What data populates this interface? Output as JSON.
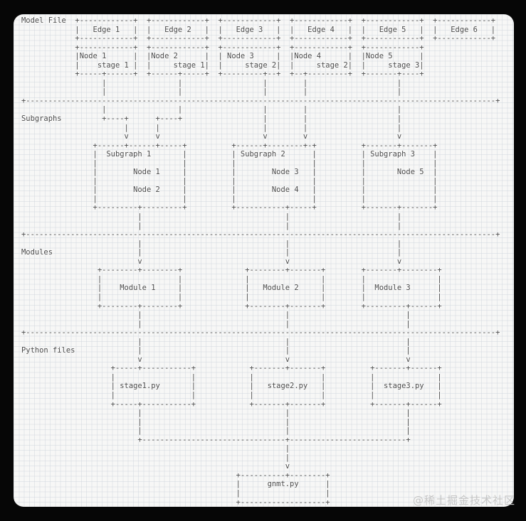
{
  "diagram": {
    "section_labels": [
      "Model File",
      "Subgraphs",
      "Modules",
      "Python files"
    ],
    "entities": {
      "edges": [
        "Edge 1",
        "Edge 2",
        "Edge 3",
        "Edge 4",
        "Edge 5",
        "Edge 6"
      ],
      "nodes": [
        {
          "name": "Node 1",
          "stage": "stage 1"
        },
        {
          "name": "Node 2",
          "stage": "stage 1"
        },
        {
          "name": "Node 3",
          "stage": "stage 2"
        },
        {
          "name": "Node 4",
          "stage": "stage 2"
        },
        {
          "name": "Node 5",
          "stage": "stage 3"
        }
      ],
      "subgraphs": [
        {
          "name": "Subgraph 1",
          "nodes": [
            "Node 1",
            "Node 2"
          ]
        },
        {
          "name": "Subgraph 2",
          "nodes": [
            "Node 3",
            "Node 4"
          ]
        },
        {
          "name": "Subgraph 3",
          "nodes": [
            "Node 5"
          ]
        }
      ],
      "modules": [
        "Module 1",
        "Module 2",
        "Module 3"
      ],
      "python_files": [
        "stage1.py",
        "stage2.py",
        "stage3.py",
        "gnmt.py"
      ]
    },
    "ascii_lines": [
      "Model File  +------------+  +------------+  +------------+  +------------+  +------------+  +------------+",
      "            |   Edge 1   |  |   Edge 2   |  |   Edge 3   |  |   Edge 4   |  |   Edge 5   |  |   Edge 6   |",
      "            +------------+  +------------+  +------------+  +------------+  +------------+  +------------+",
      "            +------------+  +------------+  +------------+  +------------+  +------------+",
      "            |Node 1      |  |Node 2      |  | Node 3     |  |Node 4      |  |Node 5      |",
      "            |    stage 1 |  |     stage 1|  |     stage 2|  |     stage 2|  |     stage 3|",
      "            +-----+------+  +------+-----+  +---------+--+  +--+---------+  +-------+----+",
      "                  |                |                  |        |                    |",
      "                  |                |                  |        |                    |",
      "+---------------------------------------------------------------------------------------------------------+",
      "                  |                |                  |        |                    |",
      "Subgraphs         +----+      +----+                  |        |                    |",
      "                       |      |                       |        |                    |",
      "                       v      v                       v        v                    v",
      "                +------+------+-----+          +------+--------+-+          +-------+-------+",
      "                |  Subgraph 1       |          | Subgraph 2      |          | Subgraph 3    |",
      "                |                   |          |                 |          |               |",
      "                |        Node 1     |          |        Node 3   |          |       Node 5  |",
      "                |                   |          |                 |          |               |",
      "                |        Node 2     |          |        Node 4   |          |               |",
      "                |                   |          |                 |          |               |",
      "                +---------+---------+          +-----------+-----+          +-------+-------+",
      "                          |                                |                        |",
      "                          |                                |                        |",
      "+---------------------------------------------------------------------------------------------------------+",
      "                          |                                |                        |",
      "Modules                   |                                |                        |",
      "                          v                                v                        v",
      "                 +--------+--------+              +--------+-------+        +-------+--------+",
      "                 |                 |              |                |        |                |",
      "                 |    Module 1     |              |   Module 2     |        |  Module 3      |",
      "                 |                 |              |                |        |                |",
      "                 +--------+--------+              +--------+-------+        +---------+------+",
      "                          |                                |                          |",
      "                          |                                |                          |",
      "+---------------------------------------------------------------------------------------------------------+",
      "                          |                                |                          |",
      "Python files              |                                |                          |",
      "                          v                                v                          v",
      "                    +-----+-----------+            +-------+-------+          +-------+------+",
      "                    |                 |            |               |          |              |",
      "                    | stage1.py       |            |   stage2.py   |          |  stage3.py   |",
      "                    |                 |            |               |          |              |",
      "                    +-----+-----------+            +-------+-------+          +-------+------+",
      "                          |                                |                          |",
      "                          |                                |                          |",
      "                          |                                |                          |",
      "                          +--------------------------------+--------------------------+",
      "                                                           |",
      "                                                           |",
      "                                                           v",
      "                                                +----------+--------+",
      "                                                |      gnmt.py      |",
      "                                                |                   |",
      "                                                +-------------------+"
    ]
  },
  "watermark": {
    "text": "@稀土掘金技术社区"
  },
  "colors": {
    "page_background": "#060606",
    "card_background": "#f7f7f6",
    "grid_line": "#cdd4dc",
    "diagram_text": "#4a4a4a",
    "watermark_text": "#c6c6c6"
  }
}
